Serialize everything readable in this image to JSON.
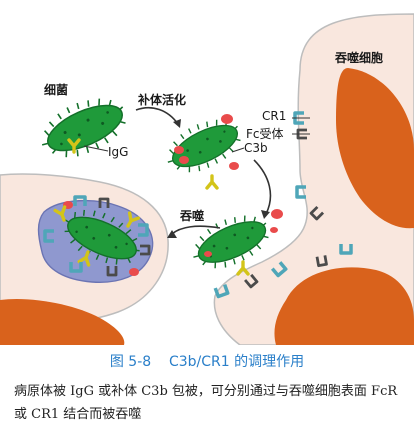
{
  "labels": {
    "bacteria": "细菌",
    "igg": "IgG",
    "complement_activation": "补体活化",
    "c3b": "C3b",
    "phagocyte": "吞噬细胞",
    "cr1": "CR1",
    "fc_receptor": "Fc受体",
    "phagocytosis": "吞噬"
  },
  "caption": {
    "figure_number": "图 5-8",
    "title": "C3b/CR1 的调理作用",
    "description": "病原体被 IgG 或补体 C3b 包被，可分别通过与吞噬细胞表面 FcR 或 CR1 结合而被吞噬"
  },
  "colors": {
    "cell_fill": "#f9e7de",
    "cell_outline": "#b9b9b9",
    "nucleus": "#d9621c",
    "bacteria": "#1f9a3a",
    "c3b": "#e94b4b",
    "igg": "#e8dc35",
    "cr1": "#64b8c8",
    "fc_receptor": "#555555",
    "phagosome": "#8f98cf",
    "caption_blue": "#2a7fc9"
  }
}
